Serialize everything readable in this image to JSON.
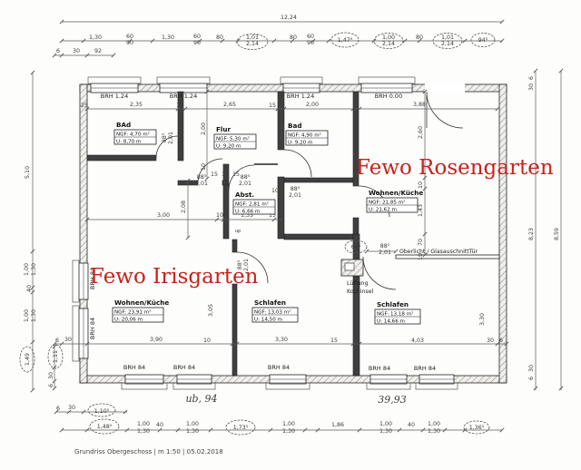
{
  "page": {
    "title_block": "Grundriss Obergeschoss | m 1:50 | 05.02.2018"
  },
  "annotations": {
    "fewo_right": "Fewo Rosengarten",
    "fewo_left": "Fewo Irisgarten",
    "hand_left": "ub, 94",
    "hand_right": "39,93",
    "up_mark": "up",
    "red_color": "#c5231b"
  },
  "rooms": {
    "bad1": {
      "name": "BAd",
      "ngf": "NGF: 4,70 m²",
      "u": "U:  8,70 m"
    },
    "flur": {
      "name": "Flur",
      "ngf": "NGF: 5,30 m²",
      "u": "U:  9,20 m"
    },
    "bad2": {
      "name": "Bad",
      "ngf": "NGF: 4,90 m²",
      "u": "U:  9,20 m"
    },
    "wk_rosen": {
      "name": "Wohnen/Küche",
      "ngf": "NGF: 21,85 m²",
      "u": "U:  21,62 m"
    },
    "abst": {
      "name": "Abst.",
      "ngf": "NGF: 2,81 m²",
      "u": "U:  6,66 m"
    },
    "wk_iris": {
      "name": "Wohnen/Küche",
      "ngf": "NGF: 23,91 m²",
      "u": "U:  20,06 m"
    },
    "schlafen_mitte": {
      "name": "Schlafen",
      "ngf": "NGF: 13,03 m²",
      "u": "U:  14,50 m"
    },
    "schlafen_rechts": {
      "name": "Schlafen",
      "ngf": "NGF: 13,18 m²",
      "u": "U:  14,66 m"
    }
  },
  "labels": {
    "brh124": "BRH 1.24",
    "brh000": "BRH 0.00",
    "brh84": "BRH 84",
    "lueftung_line1": "Lüftung",
    "lueftung_line2": "Kochinsel",
    "oberlicht": "Oberlicht / GlasauschnittTür"
  },
  "dims": {
    "total_w": "12,24",
    "row2": [
      "1,30",
      "60",
      "90",
      "1,30",
      "60",
      "90",
      "80",
      "1,01",
      "2,14",
      "80",
      "60",
      "90",
      "1,47⁵",
      "1,00",
      "2,14",
      "80",
      "1,01",
      "2,14",
      "94⁵"
    ],
    "row3": [
      "6",
      "30",
      "92"
    ],
    "left": [
      "5,10",
      "1,00",
      "1,30",
      "40",
      "1,00",
      "1,30",
      "1,49",
      "1,11",
      "30",
      "6"
    ],
    "right": [
      "8,23",
      "8,59",
      "30",
      "6",
      "30",
      "6"
    ],
    "top_inner": [
      "25",
      "2,35",
      "10",
      "2,65",
      "15",
      "2,00",
      "3,88"
    ],
    "v_flur": [
      "2,00",
      "10"
    ],
    "v_right": [
      "2,60",
      "10",
      "1,43",
      "70",
      "10"
    ],
    "mid": [
      "15",
      "10",
      "15",
      "2,08",
      "10"
    ],
    "row_mid": [
      "3,00",
      "10",
      "1,35",
      "15"
    ],
    "door_w": "88⁵",
    "door_h": "2,01",
    "cloud_glass": "64⁵",
    "v_iris": "3,05",
    "v_schlafen_r": "3,30",
    "row_bottom": [
      "6",
      "30",
      "3,90",
      "10",
      "3,30",
      "15",
      "4,03",
      "30",
      "6"
    ],
    "b1": [
      "6",
      "30",
      "1,10⁵"
    ],
    "b2": [
      "1,48⁵",
      "1,00",
      "1,30",
      "40",
      "1,00",
      "1,30",
      "1,73⁵",
      "1,00",
      "1,30",
      "1,86",
      "1,00",
      "1,30",
      "40",
      "1,00",
      "1,30",
      "1,36⁵"
    ]
  }
}
